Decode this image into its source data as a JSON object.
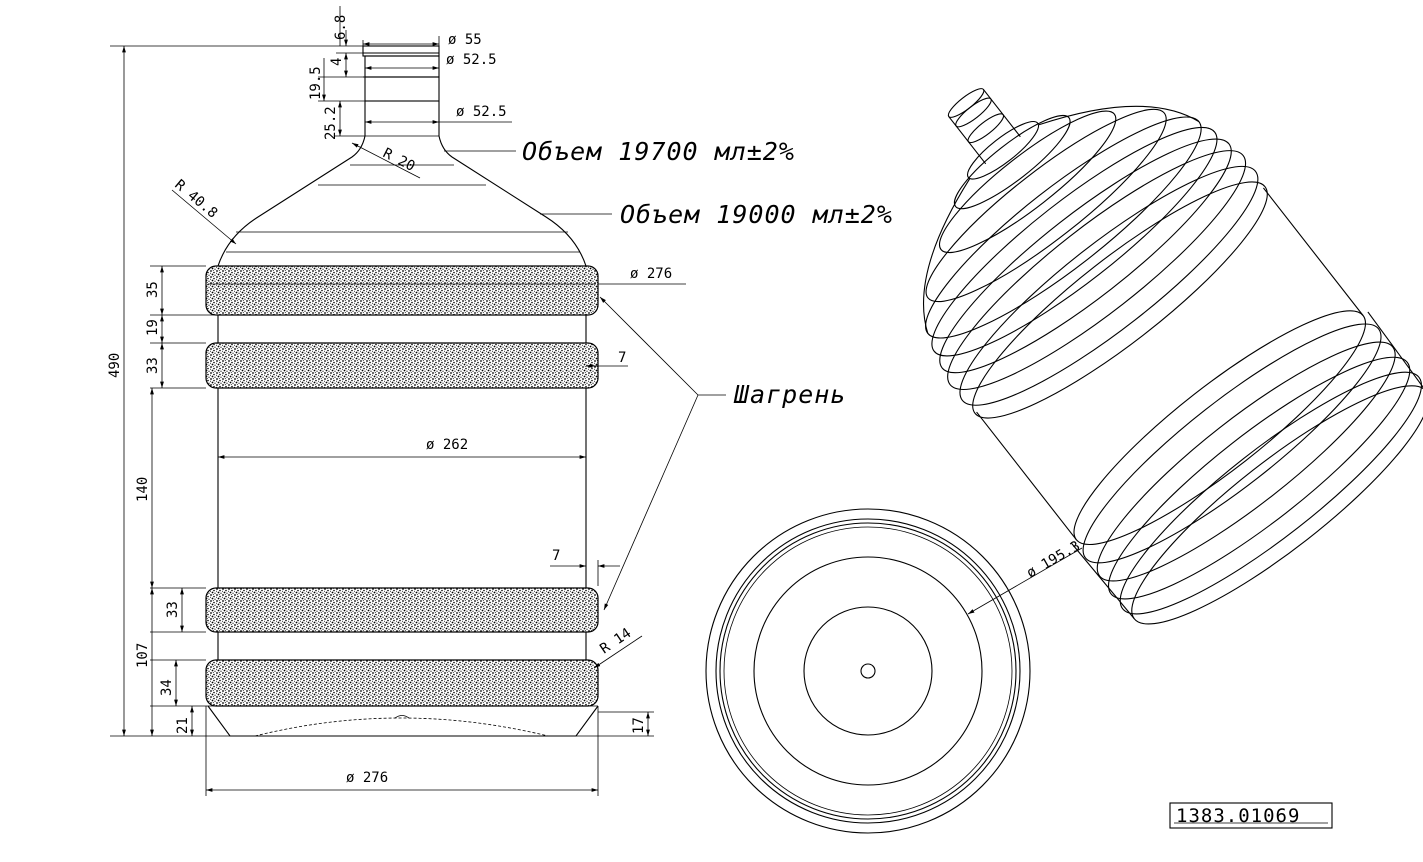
{
  "dimensions": {
    "d55": "ø 55",
    "d525a": "ø  52.5",
    "d525b": "ø  52.5",
    "d276_top": "ø  276",
    "d262": "ø  262",
    "d276_bottom": "ø  276",
    "d1953": "ø  195.3",
    "h68": "6.8",
    "h4": "4",
    "h195": "19.5",
    "h252": "25.2",
    "r20": "R 20",
    "r408": "R 40.8",
    "r14": "R 14",
    "h490": "490",
    "h35": "35",
    "h19": "19",
    "h33a": "33",
    "h140": "140",
    "h33b": "33",
    "h107": "107",
    "h34": "34",
    "h21": "21",
    "h17": "17",
    "w7a": "7",
    "w7b": "7"
  },
  "notes": {
    "volume_1": "Объем 19700 мл±2%",
    "volume_2": "Объем 19000 мл±2%",
    "texture": "Шагрень"
  },
  "drawing_number": "1383.01069",
  "colors": {
    "ink": "#000000",
    "paper": "#ffffff"
  }
}
